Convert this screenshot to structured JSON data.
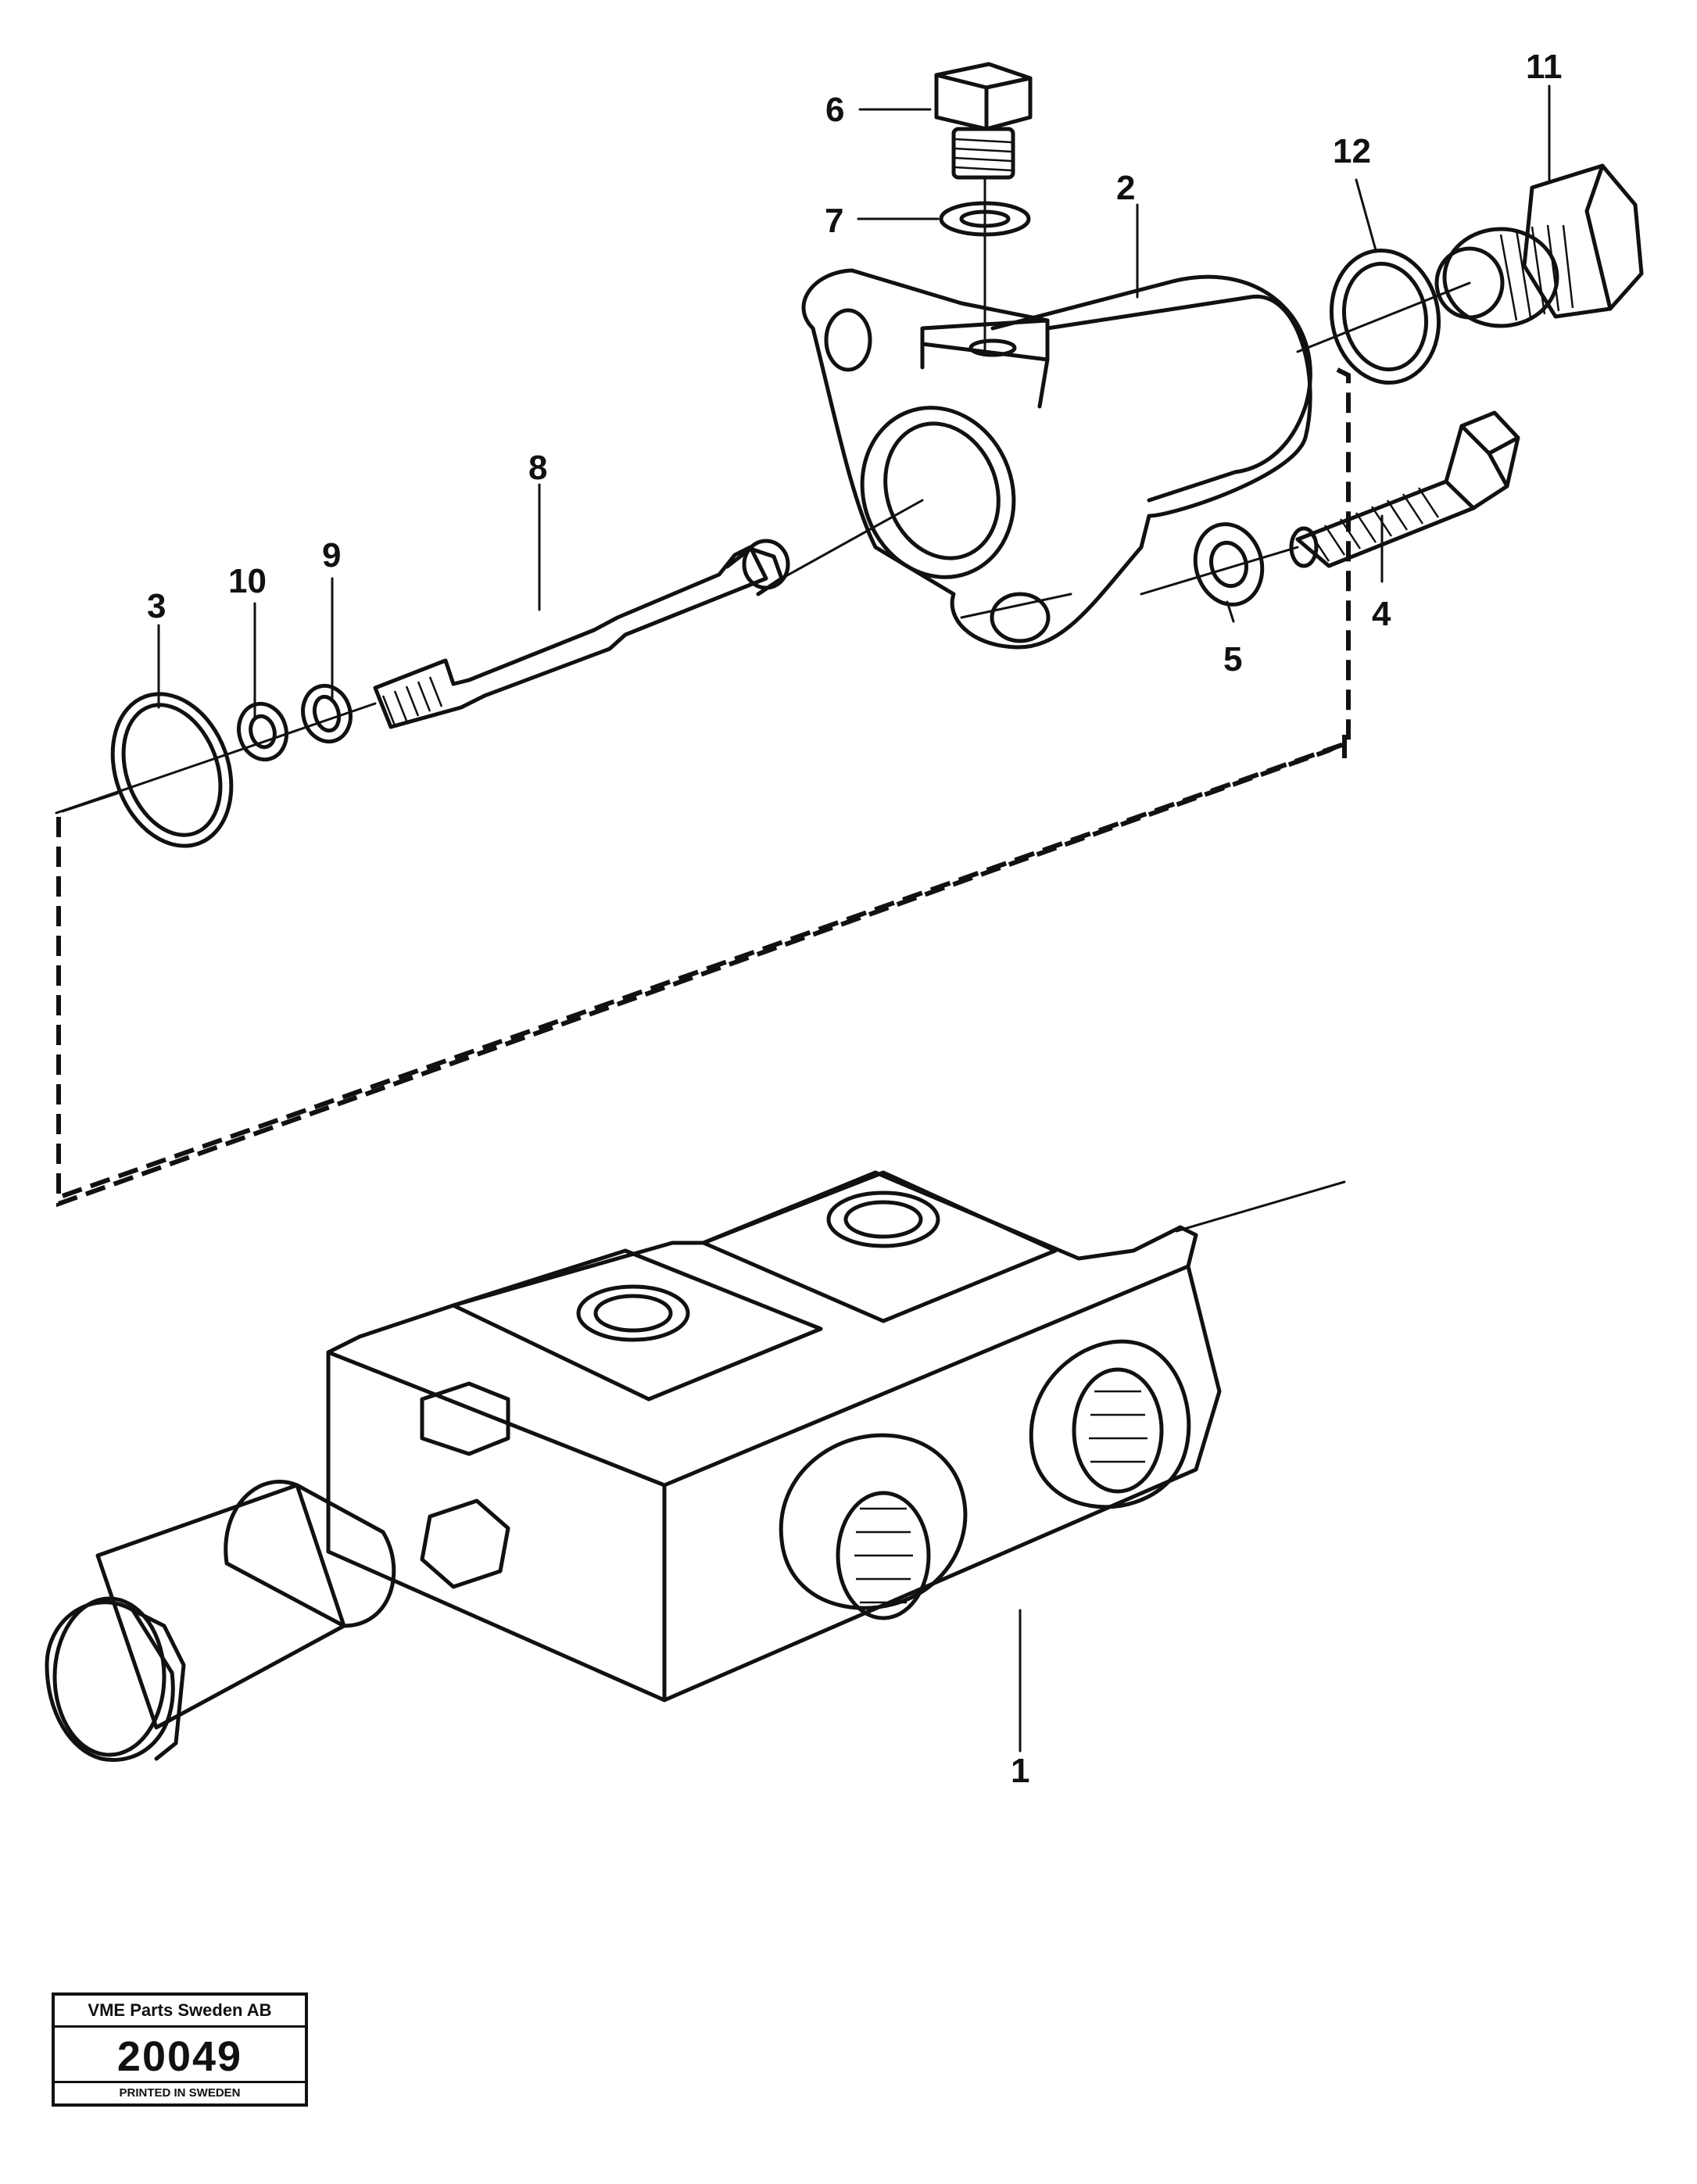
{
  "diagram": {
    "callouts": [
      "1",
      "2",
      "3",
      "4",
      "5",
      "6",
      "7",
      "8",
      "9",
      "10",
      "11",
      "12"
    ]
  },
  "label_box": {
    "company": "VME Parts Sweden AB",
    "number": "20049",
    "printed": "PRINTED IN SWEDEN"
  }
}
